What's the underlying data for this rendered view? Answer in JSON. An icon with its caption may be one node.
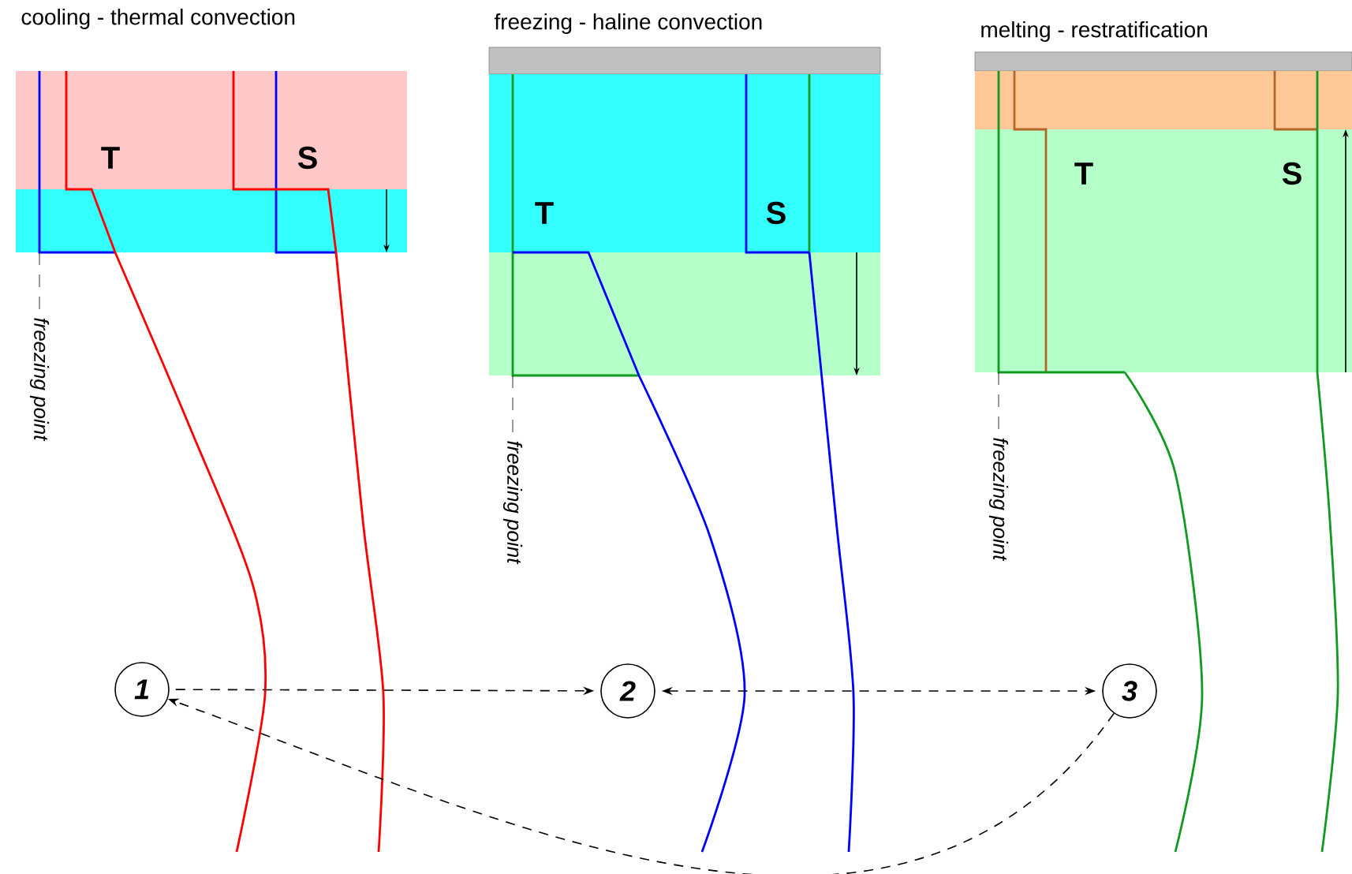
{
  "diagram": {
    "nodes": [
      {
        "text": [
          "1"
        ]
      },
      {
        "text": [
          "2"
        ]
      },
      {
        "text": [
          "3"
        ]
      }
    ],
    "edges": [
      {
        "from": 0,
        "to": 1,
        "arrow": "to",
        "style": "dashed"
      },
      {
        "from": 1,
        "to": 2,
        "arrow": "both",
        "style": "dashed"
      },
      {
        "from": 2,
        "to": 0,
        "arrow": "to",
        "style": "dashed"
      }
    ],
    "labels": [
      "cooling - thermal convection",
      "freezing - haline convection",
      "melting - restratification",
      "T",
      "S",
      "T",
      "S",
      "T",
      "S",
      "freezing point",
      "freezing point",
      "freezing point"
    ]
  }
}
